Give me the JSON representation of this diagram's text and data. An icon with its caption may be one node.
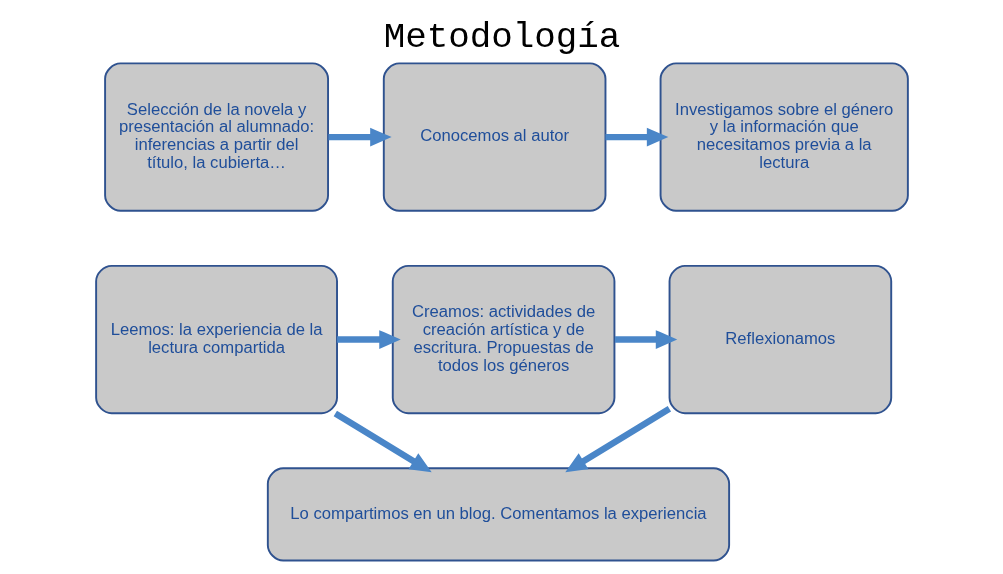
{
  "diagram": {
    "title": "Metodología",
    "nodes": [
      {
        "text": [
          "Selección de la novela y presentación al alumnado: inferencias a partir del título, la cubierta…"
        ]
      },
      {
        "text": [
          "Conocemos al autor"
        ]
      },
      {
        "text": [
          "Investigamos sobre el género y la información que necesitamos previa a la lectura"
        ]
      },
      {
        "text": [
          "Leemos: la experiencia de la lectura compartida"
        ]
      },
      {
        "text": [
          "Creamos: actividades de creación artística y de escritura. Propuestas de todos los géneros"
        ]
      },
      {
        "text": [
          "Reflexionamos"
        ]
      },
      {
        "text": [
          "Lo compartimos en un blog. Comentamos la experiencia"
        ]
      }
    ],
    "edges": [
      {
        "from": 0,
        "to": 1,
        "arrow": "to"
      },
      {
        "from": 1,
        "to": 2,
        "arrow": "to"
      },
      {
        "from": 3,
        "to": 4,
        "arrow": "to"
      },
      {
        "from": 4,
        "to": 5,
        "arrow": "to"
      },
      {
        "from": 3,
        "to": 6,
        "arrow": "to"
      },
      {
        "from": 5,
        "to": 6,
        "arrow": "to"
      }
    ]
  }
}
